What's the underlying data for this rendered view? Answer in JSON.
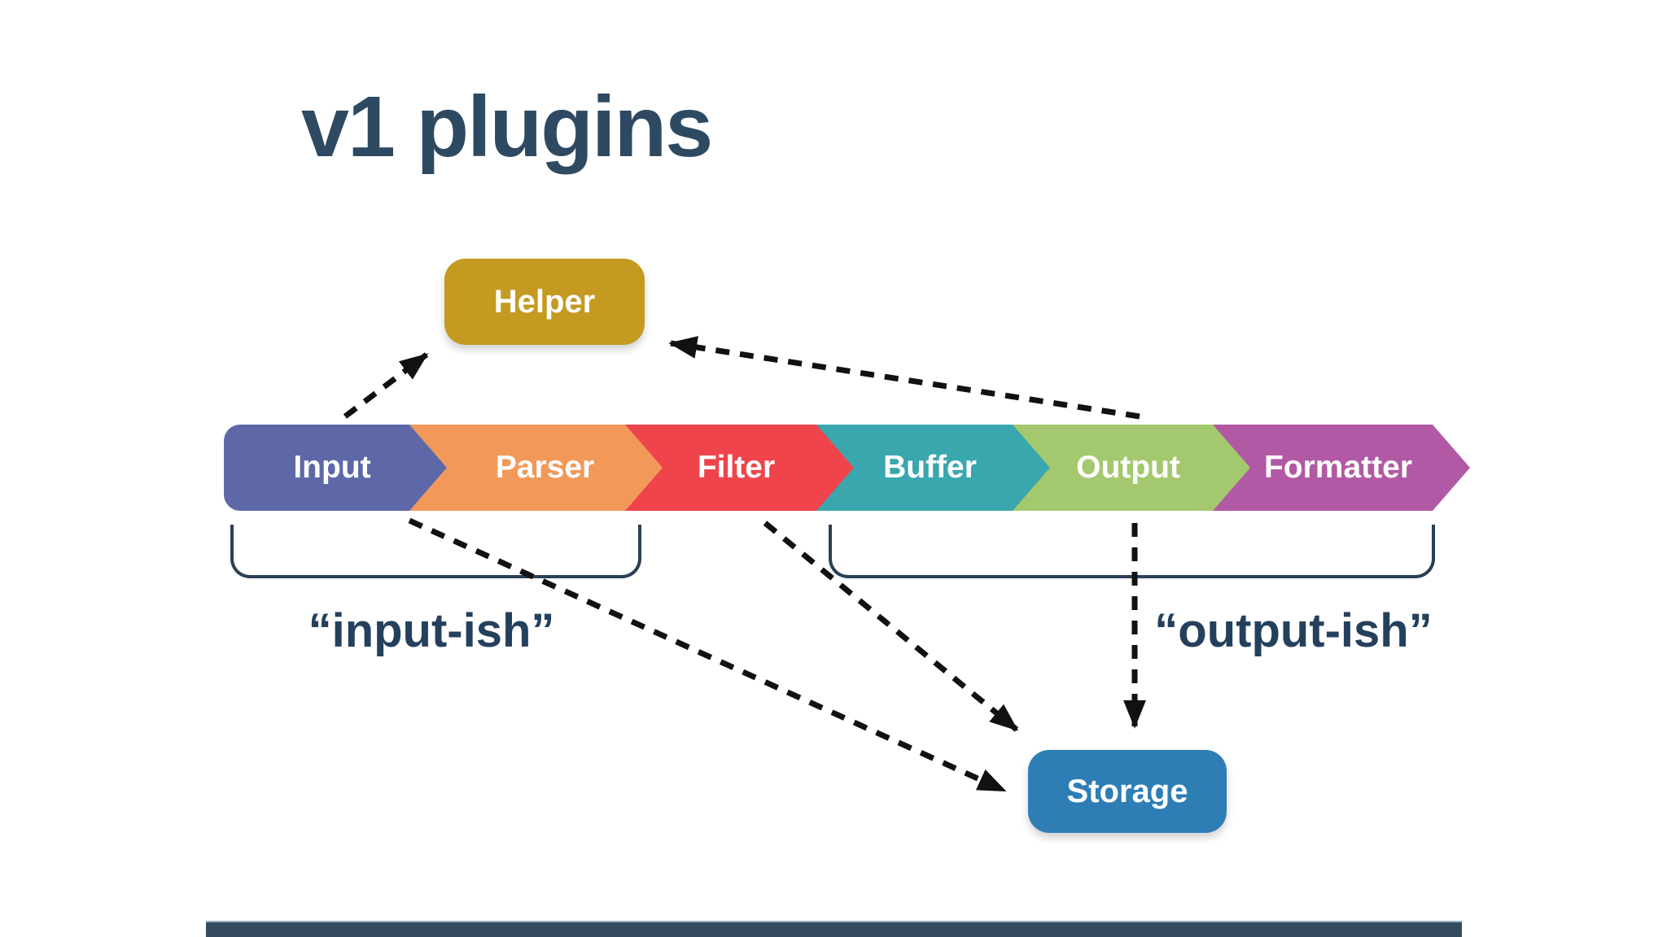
{
  "title": "v1 plugins",
  "colors": {
    "background": "#ffffff",
    "title_text": "#2e4a62",
    "arrow": "#111111",
    "bracket": "#2b4055",
    "group_label_text": "#24405c",
    "bottom_bar": "#344a5e",
    "node_text": "#ffffff",
    "helper_bg": "#c49a20",
    "storage_bg": "#2e7eb5"
  },
  "pipeline": {
    "stages": [
      {
        "label": "Input",
        "color": "#5e68a8"
      },
      {
        "label": "Parser",
        "color": "#f2995a"
      },
      {
        "label": "Filter",
        "color": "#ef444c"
      },
      {
        "label": "Buffer",
        "color": "#3aa7ae"
      },
      {
        "label": "Output",
        "color": "#a4c86e"
      },
      {
        "label": "Formatter",
        "color": "#b159a4"
      }
    ]
  },
  "nodes": {
    "helper": {
      "label": "Helper"
    },
    "storage": {
      "label": "Storage"
    }
  },
  "groups": {
    "input_ish": {
      "label": "“input-ish”"
    },
    "output_ish": {
      "label": "“output-ish”"
    }
  },
  "arrows": [
    {
      "name": "input-to-helper"
    },
    {
      "name": "output-to-helper"
    },
    {
      "name": "parser-to-storage"
    },
    {
      "name": "filter-to-storage"
    },
    {
      "name": "output-to-storage"
    }
  ]
}
